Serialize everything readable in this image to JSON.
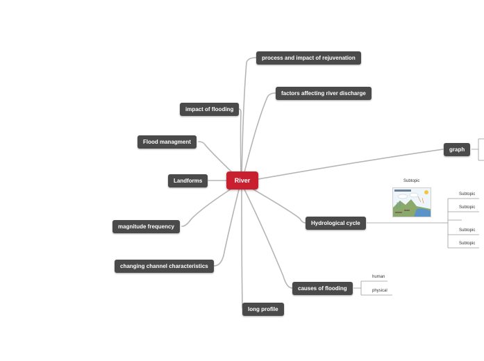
{
  "map": {
    "root": "River",
    "topics": {
      "rejuvenation": "process and impact of rejuvenation",
      "discharge": "factors affecting river discharge",
      "impact_flooding": "impact of flooding",
      "graph": "graph",
      "flood_management": "Flood managment",
      "landforms": "Landforms",
      "hydrological_cycle": "Hydrological cycle",
      "magnitude_frequency": "magnitude frequency",
      "channel_characteristics": "changing channel characteristics",
      "causes_flooding": "causes of flooding",
      "long_profile": "long profile"
    },
    "hydro_subtopics": [
      "Subtopic",
      "Subtopic",
      "Subtopic",
      "Subtopic",
      "Subtopic"
    ],
    "flood_causes": [
      "human",
      "physical"
    ],
    "colors": {
      "root": "#c8202f",
      "node": "#4a4a4a",
      "line": "#b5b5b5"
    }
  }
}
